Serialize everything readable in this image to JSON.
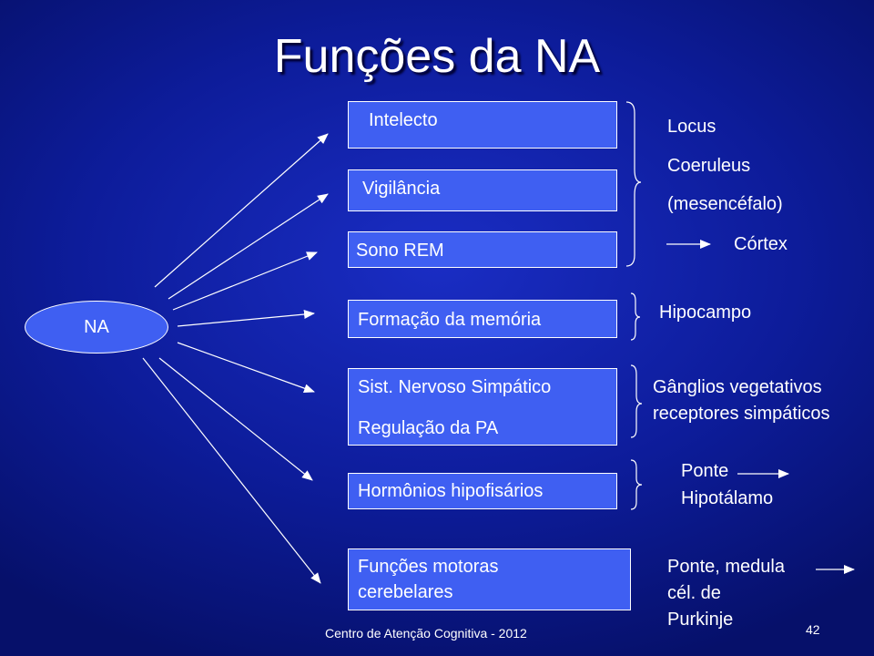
{
  "slide": {
    "title": "Funções da NA",
    "footer": "Centro de Atenção Cognitiva - 2012",
    "page_number": "42"
  },
  "source_node": {
    "label": "NA"
  },
  "boxes": [
    {
      "lines": [
        "Intelecto"
      ]
    },
    {
      "lines": [
        "Vigilância"
      ]
    },
    {
      "lines": [
        "Sono REM"
      ]
    },
    {
      "lines": [
        "Formação da memória"
      ]
    },
    {
      "lines": [
        "Sist. Nervoso Simpático",
        "Regulação da PA"
      ]
    },
    {
      "lines": [
        "Hormônios hipofisários"
      ]
    },
    {
      "lines": [
        "Funções motoras",
        "cerebelares"
      ]
    }
  ],
  "annotations": {
    "locus": [
      "Locus",
      "Coeruleus",
      "(mesencéfalo)"
    ],
    "cortex": "Córtex",
    "hipocampo": "Hipocampo",
    "ganglios": [
      "Gânglios vegetativos",
      "receptores simpáticos"
    ],
    "ponte_hipotalamo": [
      "Ponte",
      "Hipotálamo"
    ],
    "ponte_medula": [
      "Ponte, medula",
      "cél. de",
      "Purkinje"
    ]
  }
}
